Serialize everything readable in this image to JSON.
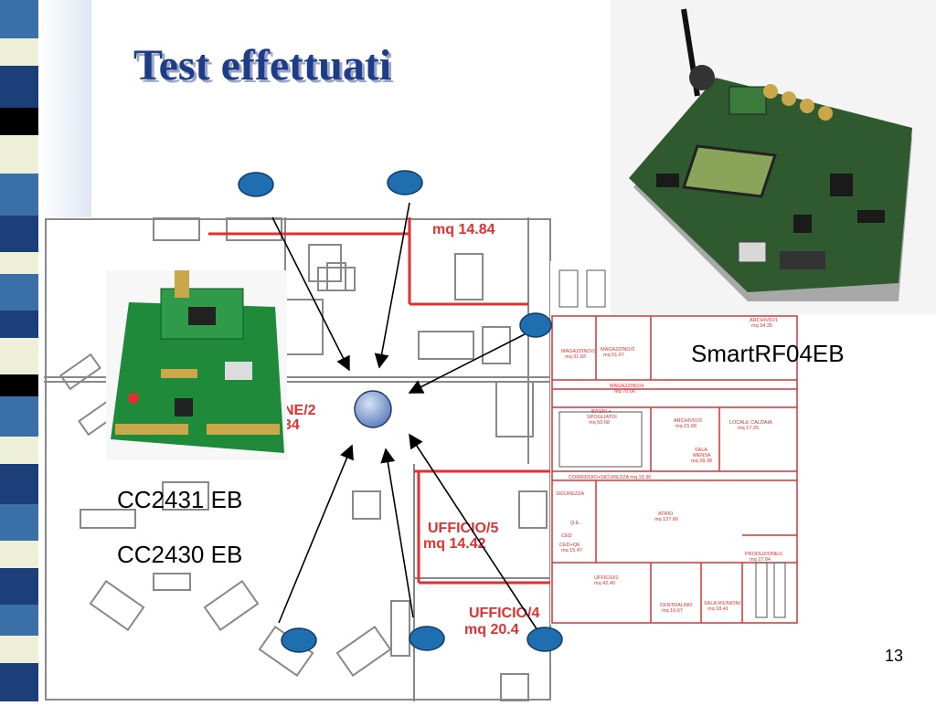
{
  "slide": {
    "title": "Test effettuati",
    "page_number": "13"
  },
  "labels": {
    "board_cc2431": "CC2431 EB",
    "board_cc2430": "CC2430 EB",
    "board_smartrf": "SmartRF04EB"
  },
  "floor_plan": {
    "rooms_left": [
      "mq 14.84",
      "NE/2",
      "34",
      "UFFICIO/5",
      "mq 14.42",
      "UFFICIO/4",
      "mq 20.4"
    ],
    "rooms_right": [
      "ARCHIVIO/1",
      "mq 34.35",
      "MAGAZZINO/1",
      "mq 31.83",
      "MAGAZZINO/2",
      "mq 51.67",
      "MAGAZZINO/4",
      "mq 70.06",
      "BAGNI +",
      "SPOGLIATOI",
      "mq 50.68",
      "ARCHIVIO/2",
      "mq 15.68",
      "LOCALE CALDAIA",
      "mq 17.25",
      "SALA",
      "MENSA",
      "mq 28.38",
      "CORRIDOIO+SICUREZZA mq 19.30",
      "ATRIO",
      "mq 127.66",
      "CED",
      "CED+QE",
      "mq 15.47",
      "Q.E.",
      "SICUREZZA",
      "PRODUZIONE/1",
      "mq 27.04",
      "UFFICIO/1",
      "mq 42.40",
      "CENTRALINO",
      "mq 16.67",
      "SALA RIUNIONI",
      "mq 18.41"
    ]
  },
  "colors": {
    "title": "#1f3c88",
    "node_fill": "#1f6fb0",
    "center_node": "#7f9fd0",
    "wall_red": "#e03030",
    "wall_gray": "#888888"
  }
}
